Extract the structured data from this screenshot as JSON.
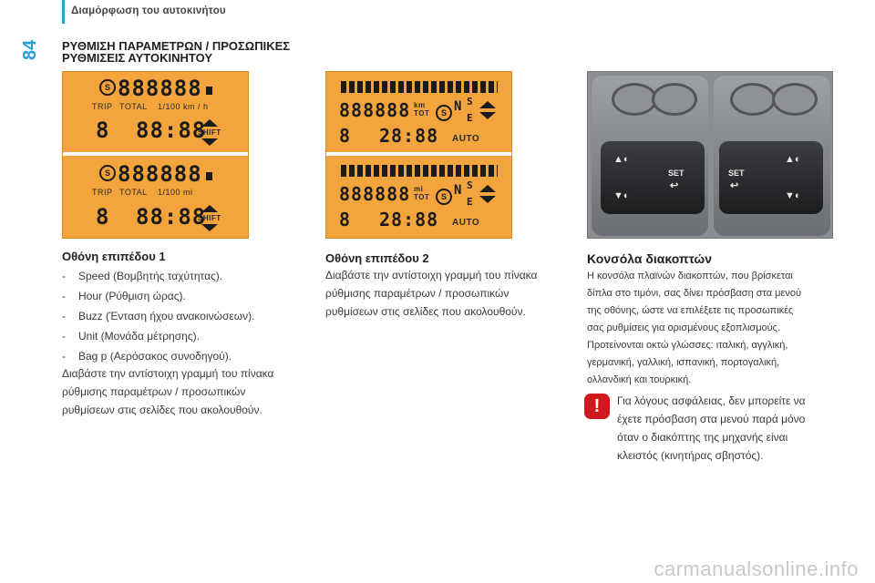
{
  "header": {
    "section": "Διαμόρφωση του αυτοκινήτου",
    "page_number": "84"
  },
  "title": {
    "line1": "ΡΥΘΜΙΣΗ ΠΑΡΑΜΕΤΡΩΝ / ΠΡΟΣΩΠΙΚΕΣ",
    "line2": "ΡΥΘΜΙΣΕΙΣ ΑΥΤΟΚΙΝΗΤΟΥ"
  },
  "screen1": {
    "top": {
      "digits": "888888",
      "trip": "TRIP",
      "total": "TOTAL",
      "unit": "1/100 km  /  h",
      "time": "88:88",
      "shift": "SHIFT",
      "gear": "8"
    },
    "bottom": {
      "digits": "888888",
      "trip": "TRIP",
      "total": "TOTAL",
      "unit": "1/100 mi",
      "time": "88:88",
      "shift": "SHIFT",
      "gear": "8"
    },
    "s_symbol": "S"
  },
  "screen2": {
    "top": {
      "digits": "888888",
      "unit": "km TOT",
      "gear": "8",
      "time": "28:88",
      "auto": "AUTO",
      "n": "N",
      "s": "S",
      "e": "E"
    },
    "bottom": {
      "digits": "888888",
      "unit": "mi TOT",
      "gear": "8",
      "time": "28:88",
      "auto": "AUTO",
      "n": "N",
      "s": "S",
      "e": "E"
    },
    "s_symbol": "S"
  },
  "console": {
    "set_label": "SET"
  },
  "col1": {
    "heading": "Οθόνη επιπέδου 1",
    "items": [
      "Speed (Βομβητής ταχύτητας).",
      "Hour (Ρύθμιση ώρας).",
      "Buzz (Ένταση ήχου ανακοινώσεων).",
      "Unit (Μονάδα μέτρησης).",
      "Bag p (Αερόσακος συνοδηγού)."
    ],
    "bullet": "-",
    "para": [
      "Διαβάστε την αντίστοιχη γραμμή του πίνακα",
      "ρύθμισης παραμέτρων / προσωπικών",
      "ρυθμίσεων στις σελίδες που ακολουθούν."
    ]
  },
  "col2": {
    "heading": "Οθόνη επιπέδου 2",
    "para": [
      "Διαβάστε την αντίστοιχη γραμμή του πίνακα",
      "ρύθμισης παραμέτρων / προσωπικών",
      "ρυθμίσεων στις σελίδες που ακολουθούν."
    ]
  },
  "col3": {
    "heading": "Κονσόλα διακοπτών",
    "para": [
      "Η κονσόλα πλαϊνών διακοπτών, που βρίσκεται",
      "δίπλα στο τιμόνι, σας δίνει πρόσβαση στα μενού",
      "της οθόνης, ώστε να επιλέξετε τις προσωπικές",
      "σας ρυθμίσεις για ορισμένους εξοπλισμούς.",
      "Προτείνονται οκτώ γλώσσες: ιταλική, αγγλική,",
      "γερμανική, γαλλική, ισπανική, πορτογαλική,",
      "ολλανδική και τουρκική."
    ],
    "warning_symbol": "!",
    "warning": [
      "Για λόγους ασφάλειας, δεν μπορείτε να",
      "έχετε πρόσβαση στα μενού παρά μόνο",
      "όταν ο διακόπτης της μηχανής είναι",
      "κλειστός (κινητήρας σβηστός)."
    ]
  },
  "watermark": "carmanualsonline.info"
}
